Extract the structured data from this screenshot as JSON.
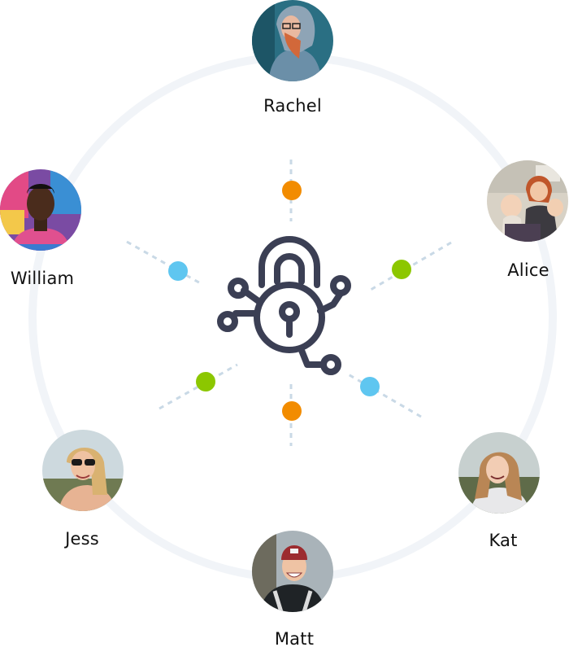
{
  "people": [
    {
      "id": "rachel",
      "name": "Rachel"
    },
    {
      "id": "alice",
      "name": "Alice"
    },
    {
      "id": "william",
      "name": "William"
    },
    {
      "id": "jess",
      "name": "Jess"
    },
    {
      "id": "kat",
      "name": "Kat"
    },
    {
      "id": "matt",
      "name": "Matt"
    }
  ],
  "center": {
    "icon": "padlock-circuit-icon"
  },
  "colors": {
    "ring": "#f1f4f8",
    "connector_line": "#c9d9e6",
    "lock_stroke": "#3b3f54",
    "dot_orange": "#f28c00",
    "dot_green": "#8cc700",
    "dot_blue": "#5fc6f0"
  }
}
